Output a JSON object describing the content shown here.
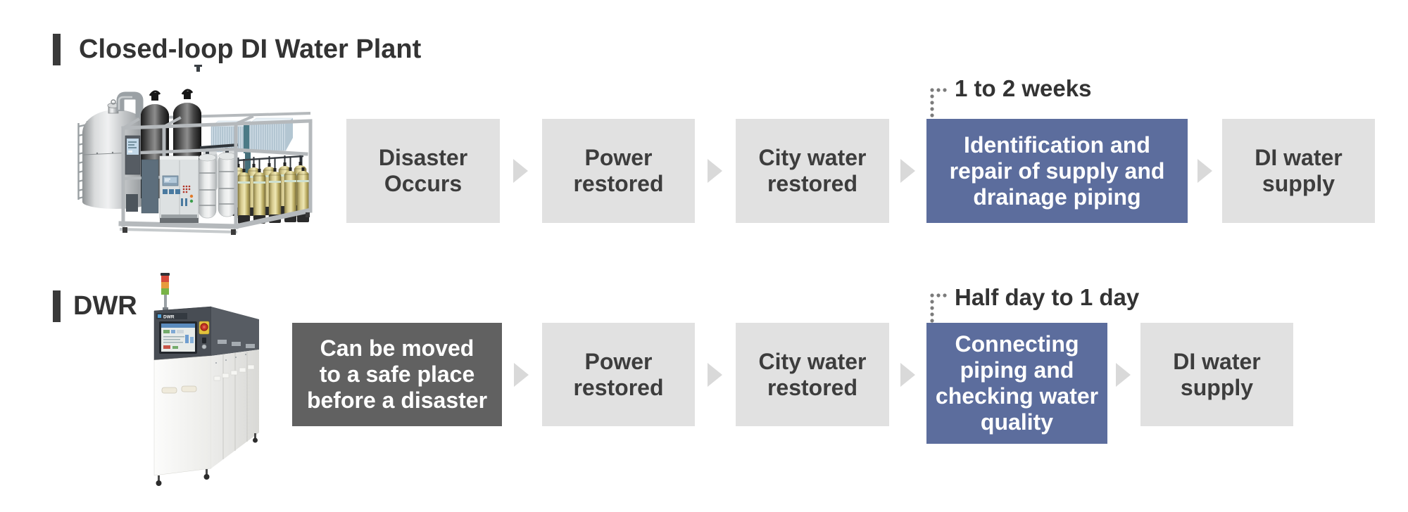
{
  "colors": {
    "background": "#ffffff",
    "accent_blue_box": "#5c6d9d",
    "gray_box": "#e1e1e1",
    "dark_box": "#616161",
    "arrow": "#d9d9d9",
    "title_bar": "#3a3a3a",
    "text_dark": "#3d3d3d"
  },
  "sections": [
    {
      "title": "Closed-loop DI Water Plant",
      "image": "closed-loop-di-water-plant",
      "time_label": "1 to 2 weeks",
      "steps": [
        {
          "label": "Disaster\nOccurs",
          "style": "gray"
        },
        {
          "label": "Power\nrestored",
          "style": "gray"
        },
        {
          "label": "City water\nrestored",
          "style": "gray"
        },
        {
          "label": "Identification and\nrepair of supply and\ndrainage piping",
          "style": "blue"
        },
        {
          "label": "DI water\nsupply",
          "style": "gray"
        }
      ]
    },
    {
      "title": "DWR",
      "image": "dwr-unit",
      "machine_badge": "DWR",
      "time_label": "Half day to 1 day",
      "steps": [
        {
          "label": "Can be moved\nto a safe place\nbefore a disaster",
          "style": "dark"
        },
        {
          "label": "Power\nrestored",
          "style": "gray"
        },
        {
          "label": "City water\nrestored",
          "style": "gray"
        },
        {
          "label": "Connecting\npiping and\nchecking water\nquality",
          "style": "blue"
        },
        {
          "label": "DI water\nsupply",
          "style": "gray"
        }
      ]
    }
  ]
}
